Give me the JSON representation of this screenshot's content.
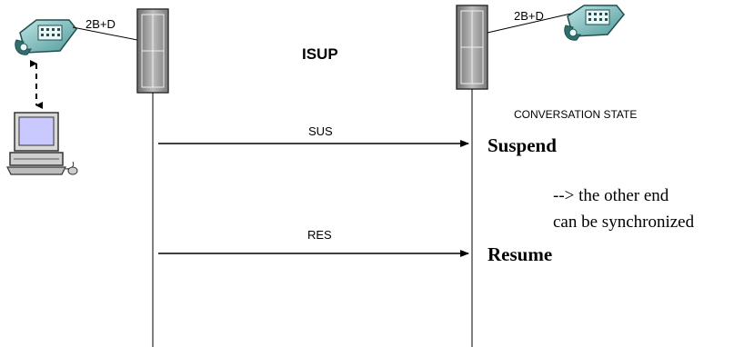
{
  "protocol_label": "ISUP",
  "left_link_label": "2B+D",
  "right_link_label": "2B+D",
  "state_label": "CONVERSATION STATE",
  "messages": [
    {
      "label": "SUS",
      "result": "Suspend"
    },
    {
      "label": "RES",
      "result": "Resume"
    }
  ],
  "note_lines": [
    "--> the other end",
    "can be synchronized"
  ],
  "icons": [
    "telephone-icon",
    "computer-icon",
    "switch-icon",
    "telephone-icon"
  ]
}
